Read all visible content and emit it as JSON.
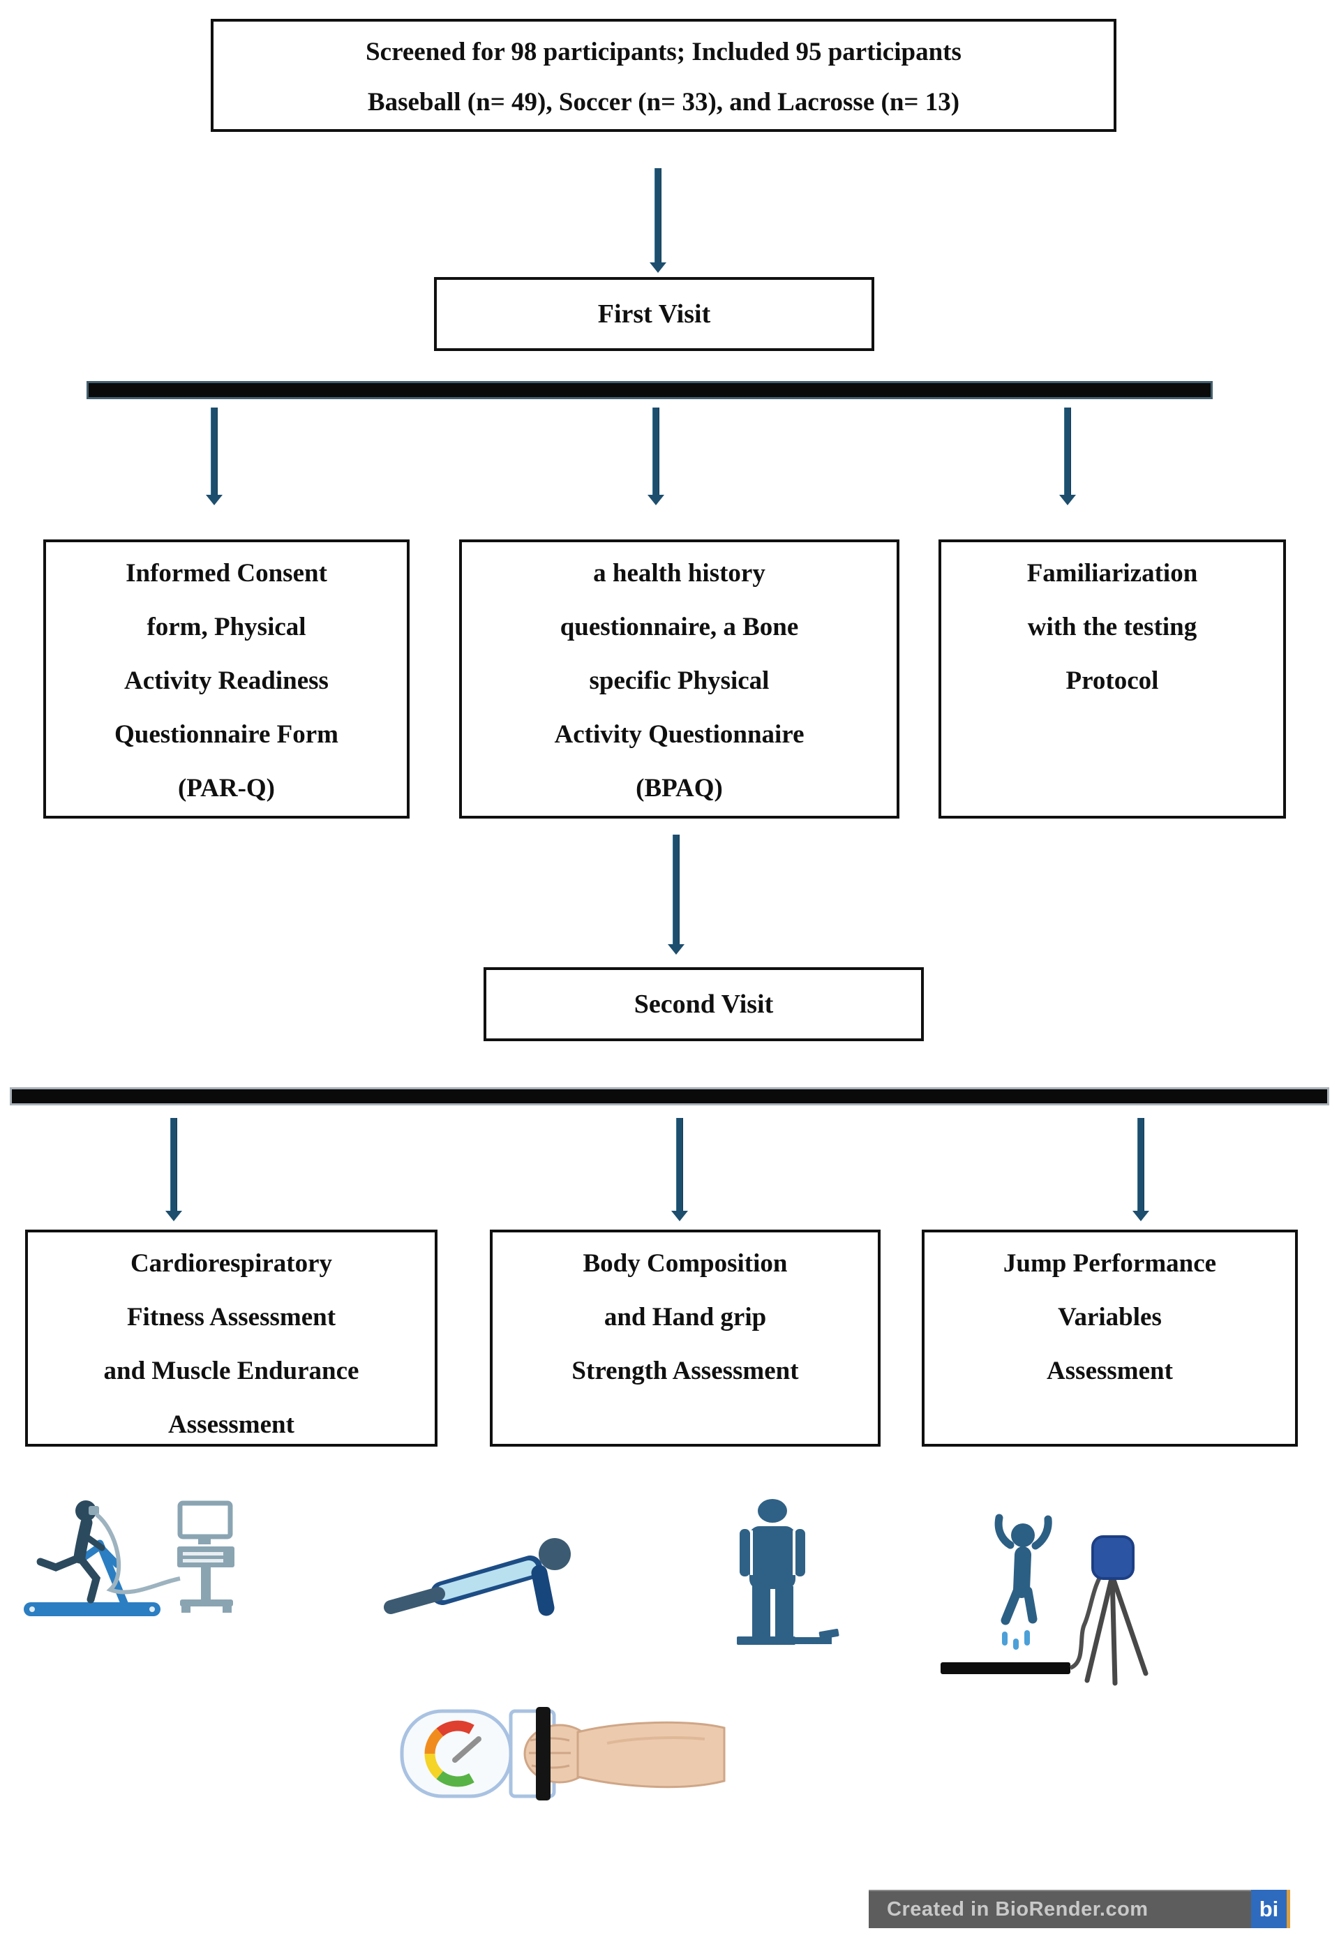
{
  "screening_box": {
    "lines": [
      "Screened for 98 participants; Included 95 participants",
      "Baseball (n= 49), Soccer (n= 33), and Lacrosse (n= 13)"
    ]
  },
  "visits": {
    "first": "First Visit",
    "second": "Second Visit"
  },
  "first_visit_items": [
    {
      "lines": [
        "Informed Consent",
        "form, Physical",
        "Activity Readiness",
        "Questionnaire Form",
        "(PAR-Q)"
      ]
    },
    {
      "lines": [
        "a health history",
        "questionnaire, a Bone",
        "specific Physical",
        "Activity Questionnaire",
        "(BPAQ)"
      ]
    },
    {
      "lines": [
        "Familiarization",
        "with the testing",
        "Protocol"
      ]
    }
  ],
  "second_visit_items": [
    {
      "lines": [
        "Cardiorespiratory",
        "Fitness Assessment",
        "and Muscle Endurance",
        "Assessment"
      ]
    },
    {
      "lines": [
        "Body Composition",
        "and Hand grip",
        "Strength Assessment"
      ]
    },
    {
      "lines": [
        "Jump Performance",
        "Variables",
        "Assessment"
      ]
    }
  ],
  "icons": [
    {
      "name": "treadmill-vo2max-test-icon"
    },
    {
      "name": "pushup-endurance-icon"
    },
    {
      "name": "handgrip-dynamometer-icon"
    },
    {
      "name": "body-composition-standing-icon"
    },
    {
      "name": "jump-force-plate-icon"
    }
  ],
  "watermark": {
    "text": "Created in BioRender.com",
    "logo": "bi"
  },
  "colors": {
    "arrow": "#1d4e6e",
    "bar_fill": "#0a0a0a",
    "bar1_border": "#43606f",
    "bar2_border": "#a9b2b8",
    "box_border": "#101010",
    "figure_dark_navy": "#2c4a5e",
    "figure_steel_blue": "#2f6186",
    "treadmill_blue": "#2b7ec2",
    "cart_gray": "#8aa4b2",
    "pushup_torso": "#b9e0ef",
    "pushup_arm": "#17467c",
    "device_blue": "#2b55a3",
    "motion_dash_blue": "#4ba0d8",
    "skin": "#eccaae",
    "gauge_ring": "#a9c2e2",
    "gauge_red": "#de3f2e",
    "gauge_orange": "#f08c1e",
    "gauge_yellow": "#f5d327",
    "gauge_green": "#57b345",
    "watermark_bar": "#5d5d5d",
    "watermark_blue": "#2e6bbf"
  }
}
